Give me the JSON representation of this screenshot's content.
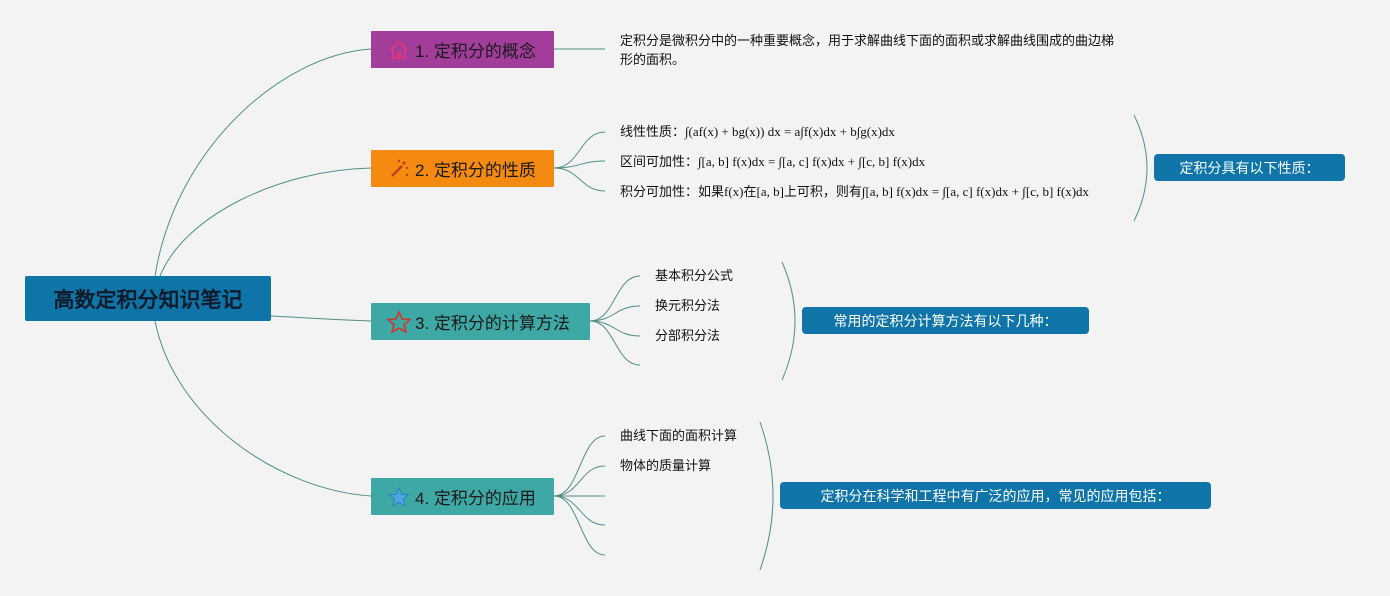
{
  "root": {
    "title": "高数定积分知识笔记"
  },
  "branches": [
    {
      "label": "1. 定积分的概念",
      "icon": "home-icon",
      "color": "#a23d9b",
      "leaves": [
        "定积分是微积分中的一种重要概念，用于求解曲线下面的面积或求解曲线围成的曲边梯形的面积。"
      ]
    },
    {
      "label": "2. 定积分的性质",
      "icon": "magic-wand-icon",
      "color": "#f58a10",
      "leaves": [
        "线性性质：∫(af(x) + bg(x)) dx = a∫f(x)dx + b∫g(x)dx",
        "区间可加性：∫[a, b] f(x)dx = ∫[a, c] f(x)dx + ∫[c, b] f(x)dx",
        "积分可加性：如果f(x)在[a, b]上可积，则有∫[a, b] f(x)dx = ∫[a, c] f(x)dx + ∫[c, b] f(x)dx"
      ],
      "summary": "定积分具有以下性质："
    },
    {
      "label": "3. 定积分的计算方法",
      "icon": "star-outline-icon",
      "color": "#3ea8a4",
      "leaves": [
        "基本积分公式",
        "换元积分法",
        "分部积分法"
      ],
      "summary": "常用的定积分计算方法有以下几种："
    },
    {
      "label": "4. 定积分的应用",
      "icon": "star-icon",
      "color": "#3ea8a4",
      "leaves": [
        "曲线下面的面积计算",
        "物体的质量计算"
      ],
      "summary": "定积分在科学和工程中有广泛的应用，常见的应用包括："
    }
  ],
  "colors": {
    "root_bg": "#0f75a8",
    "line": "#4f8f8a",
    "background": "#f3f3f3"
  }
}
